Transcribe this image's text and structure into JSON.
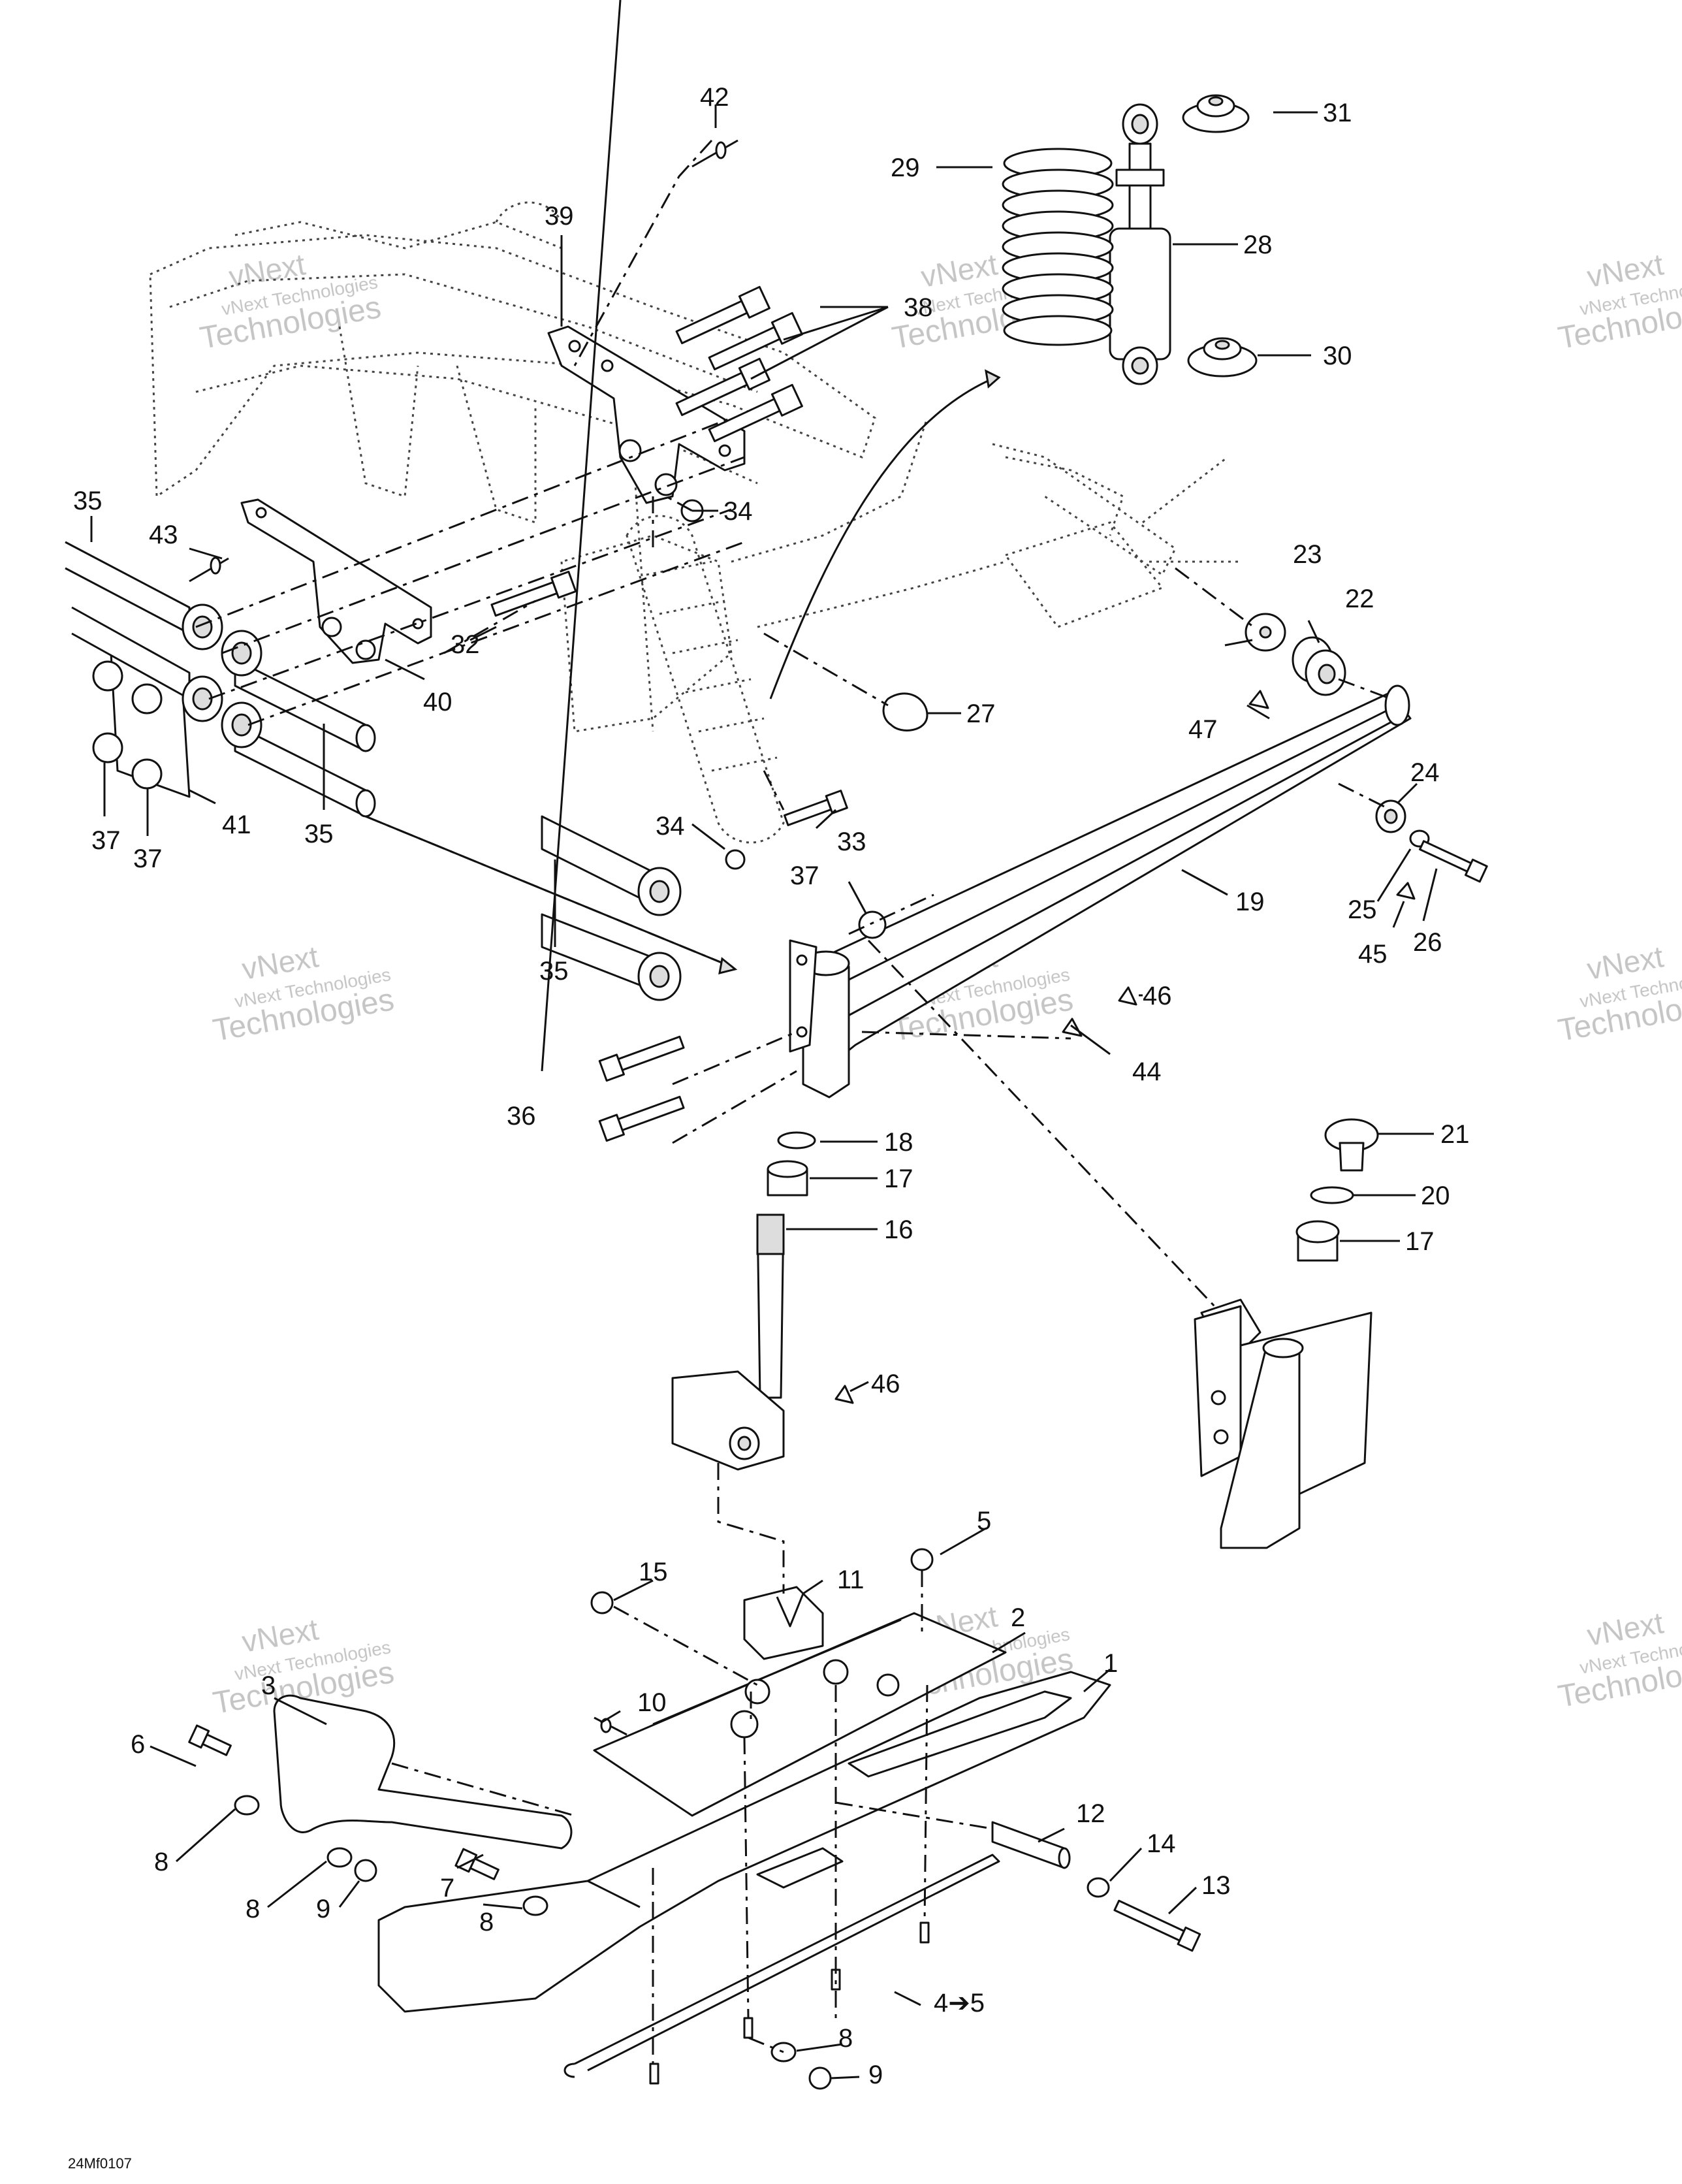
{
  "callouts": {
    "c1": "1",
    "c2": "2",
    "c3": "3",
    "c4": "4➔5",
    "c5": "5",
    "c6": "6",
    "c7": "7",
    "c8a": "8",
    "c8b": "8",
    "c8c": "8",
    "c8d": "8",
    "c9a": "9",
    "c9b": "9",
    "c10": "10",
    "c11": "11",
    "c12": "12",
    "c13": "13",
    "c14": "14",
    "c15": "15",
    "c16": "16",
    "c17a": "17",
    "c17b": "17",
    "c18": "18",
    "c19": "19",
    "c20": "20",
    "c21": "21",
    "c22": "22",
    "c23": "23",
    "c24": "24",
    "c25": "25",
    "c26": "26",
    "c27": "27",
    "c28": "28",
    "c29": "29",
    "c30": "30",
    "c31": "31",
    "c32": "32",
    "c33": "33",
    "c34a": "34",
    "c34b": "34",
    "c35a": "35",
    "c35b": "35",
    "c35c": "35",
    "c36": "36",
    "c37a": "37",
    "c37b": "37",
    "c37c": "37",
    "c38": "38",
    "c39": "39",
    "c40": "40",
    "c41": "41",
    "c42": "42",
    "c43": "43",
    "c44": "44",
    "c45": "45",
    "c46a": "46",
    "c46b": "46",
    "c47": "47"
  },
  "watermark": {
    "line1": "vNext",
    "line2": "vNext Technologies",
    "line3": "Technologies"
  },
  "figure_code": "24Mf0107"
}
